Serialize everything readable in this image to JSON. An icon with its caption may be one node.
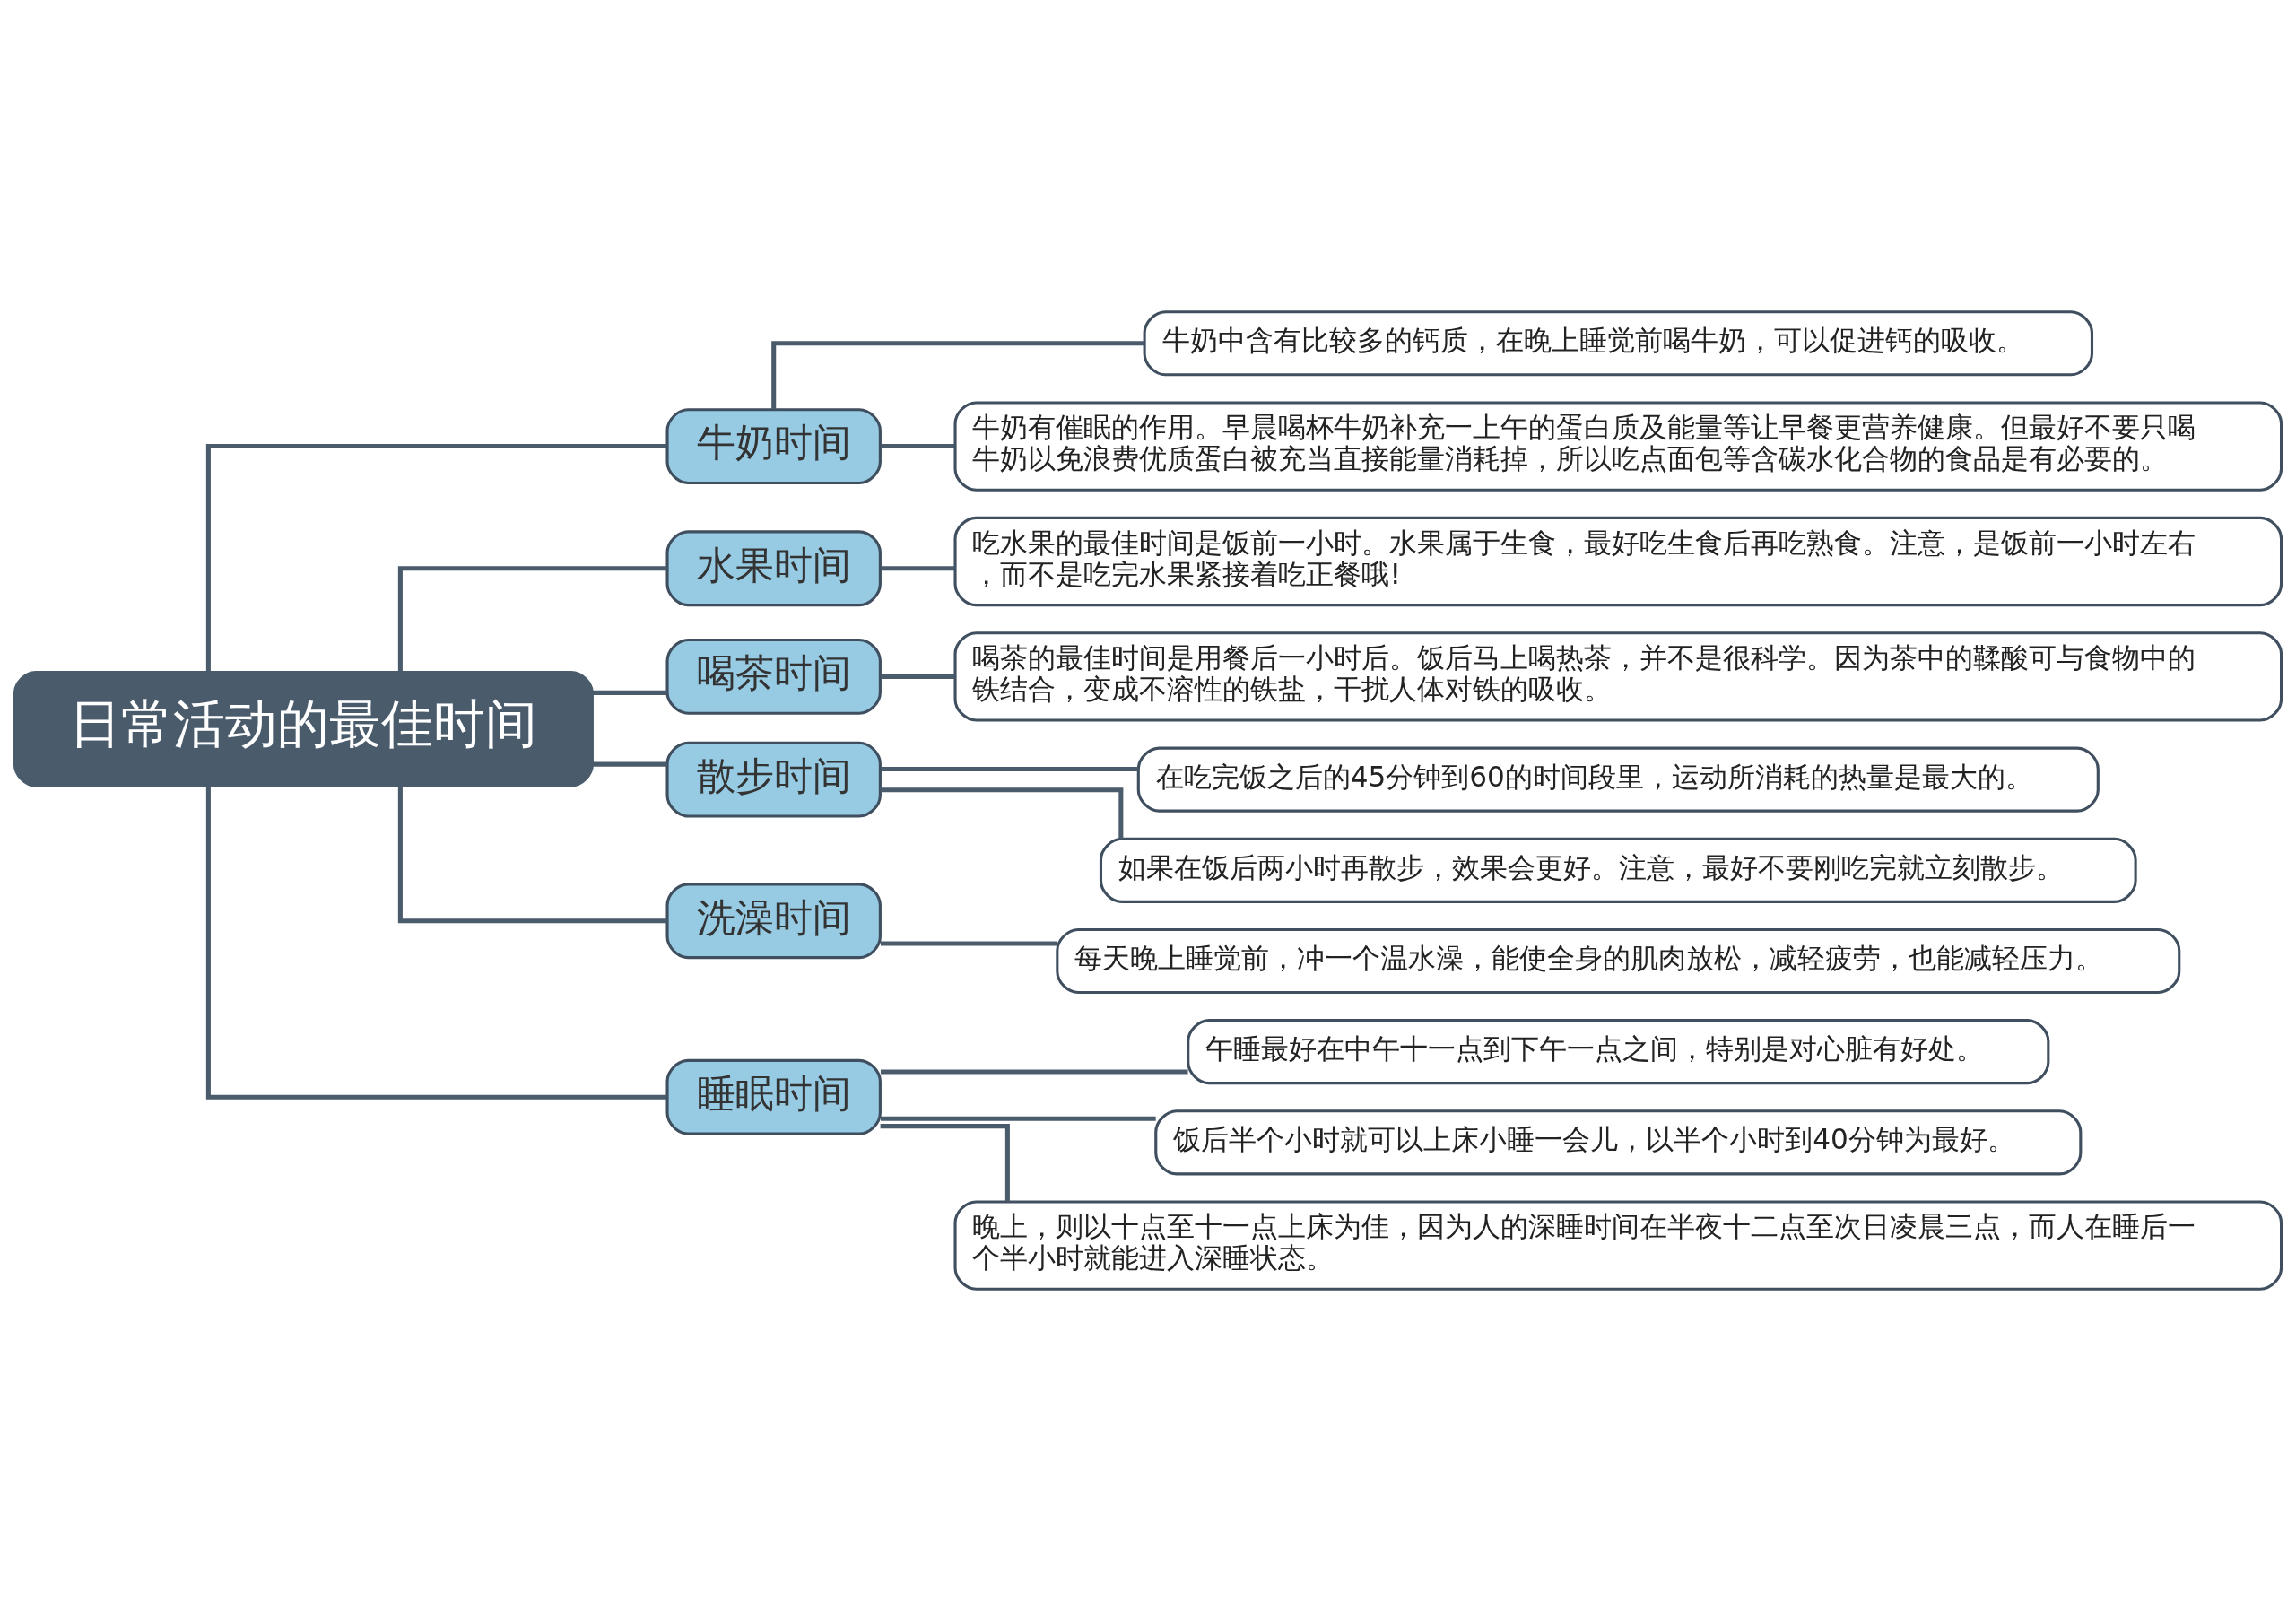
{
  "diagram": {
    "nodes": [
      {
        "text": [
          "日常活动的最佳时间"
        ]
      },
      {
        "text": [
          "牛奶时间"
        ]
      },
      {
        "text": [
          "牛奶中含有比较多的钙质，在晚上睡觉前喝牛奶，可以促进钙的吸收。"
        ]
      },
      {
        "text": [
          "牛奶有催眠的作用。早晨喝杯牛奶补充一上午的蛋白质及能量等让早餐更营养健康。但最好不要只喝牛奶以免浪费优质蛋白被充当直接能量消耗掉，所以吃点面包等含碳水化合物的食品是有必要的。"
        ]
      },
      {
        "text": [
          "水果时间"
        ]
      },
      {
        "text": [
          "吃水果的最佳时间是饭前一小时。水果属于生食，最好吃生食后再吃熟食。注意，是饭前一小时左右，而不是吃完水果紧接着吃正餐哦!"
        ]
      },
      {
        "text": [
          "喝茶时间"
        ]
      },
      {
        "text": [
          "喝茶的最佳时间是用餐后一小时后。饭后马上喝热茶，并不是很科学。因为茶中的鞣酸可与食物中的铁结合，变成不溶性的铁盐，干扰人体对铁的吸收。"
        ]
      },
      {
        "text": [
          "散步时间"
        ]
      },
      {
        "text": [
          "在吃完饭之后的45分钟到60的时间段里，运动所消耗的热量是最大的。"
        ]
      },
      {
        "text": [
          "如果在饭后两小时再散步，效果会更好。注意，最好不要刚吃完就立刻散步。"
        ]
      },
      {
        "text": [
          "洗澡时间"
        ]
      },
      {
        "text": [
          "每天晚上睡觉前，冲一个温水澡，能使全身的肌肉放松，减轻疲劳，也能减轻压力。"
        ]
      },
      {
        "text": [
          "睡眠时间"
        ]
      },
      {
        "text": [
          "午睡最好在中午十一点到下午一点之间，特别是对心脏有好处。"
        ]
      },
      {
        "text": [
          "饭后半个小时就可以上床小睡一会儿，以半个小时到40分钟为最好。"
        ]
      },
      {
        "text": [
          "晚上，则以十点至十一点上床为佳，因为人的深睡时间在半夜十二点至次日凌晨三点，而人在睡后一个半小时就能进入深睡状态。"
        ]
      }
    ],
    "edges": [
      {
        "from": 0,
        "to": 1,
        "arrow": "none"
      },
      {
        "from": 0,
        "to": 4,
        "arrow": "none"
      },
      {
        "from": 0,
        "to": 6,
        "arrow": "none"
      },
      {
        "from": 0,
        "to": 8,
        "arrow": "none"
      },
      {
        "from": 0,
        "to": 11,
        "arrow": "none"
      },
      {
        "from": 0,
        "to": 13,
        "arrow": "none"
      },
      {
        "from": 1,
        "to": 2,
        "arrow": "none"
      },
      {
        "from": 1,
        "to": 3,
        "arrow": "none"
      },
      {
        "from": 4,
        "to": 5,
        "arrow": "none"
      },
      {
        "from": 6,
        "to": 7,
        "arrow": "none"
      },
      {
        "from": 8,
        "to": 9,
        "arrow": "none"
      },
      {
        "from": 8,
        "to": 10,
        "arrow": "none"
      },
      {
        "from": 11,
        "to": 12,
        "arrow": "none"
      },
      {
        "from": 13,
        "to": 14,
        "arrow": "none"
      },
      {
        "from": 13,
        "to": 15,
        "arrow": "none"
      },
      {
        "from": 13,
        "to": 16,
        "arrow": "none"
      }
    ]
  }
}
